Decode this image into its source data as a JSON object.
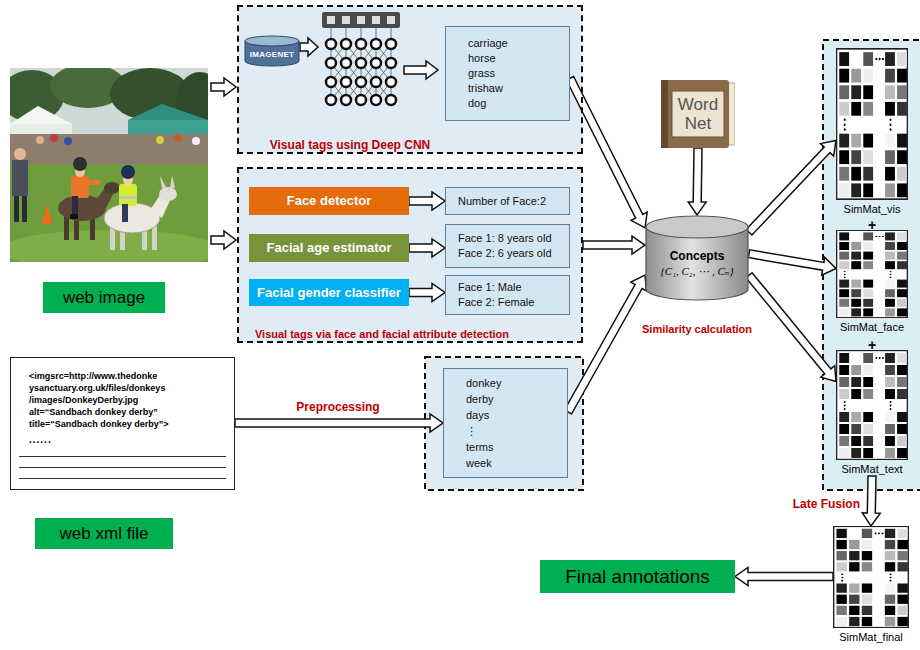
{
  "diagram": {
    "nodes": [
      {
        "text": [
          "Visual tags using Deep CNN"
        ]
      },
      {
        "text": [
          "IMAGENET"
        ],
        "in": 0
      },
      {
        "text": [
          "carriage",
          "horse",
          "grass",
          "trishaw",
          "dog"
        ],
        "in": 0
      },
      {
        "text": [
          "web image"
        ]
      },
      {
        "text": [
          "Visual tags via face and facial attribute detection"
        ]
      },
      {
        "text": [
          "Face detector"
        ],
        "in": 4
      },
      {
        "text": [
          "Number of Face:2"
        ],
        "in": 4
      },
      {
        "text": [
          "Facial age estimator"
        ],
        "in": 4
      },
      {
        "text": [
          "Face 1: 8 years old",
          "Face 2: 6 years old"
        ],
        "in": 4
      },
      {
        "text": [
          "Facial gender classifier"
        ],
        "in": 4
      },
      {
        "text": [
          "Face 1: Male",
          "Face 2: Female"
        ],
        "in": 4
      },
      {
        "text": [
          "Word Net"
        ]
      },
      {
        "text": [
          "Concepts",
          "{C₁, C₂, ⋯ , Cₙ}"
        ]
      },
      {
        "text": [
          "<imgsrc=http://www.thedonke ysanctuary.org.uk/files/donkeys /images/DonkeyDerby.jpg alt=“Sandbach donkey derby” title=“Sandbach donkey derby”>",
          "......"
        ]
      },
      {
        "text": [
          "web xml file"
        ]
      },
      {
        "text": [
          "donkey",
          "derby",
          "days",
          "⋮",
          "terms",
          "week"
        ]
      },
      {
        "text": [
          "SimMat_vis"
        ]
      },
      {
        "text": [
          "SimMat_face"
        ]
      },
      {
        "text": [
          "SimMat_text"
        ]
      },
      {
        "text": [
          "SimMat_final"
        ]
      },
      {
        "text": [
          "Final annotations"
        ]
      }
    ],
    "edges": [
      {
        "from": 2,
        "to": 12,
        "arrow": "to"
      },
      {
        "from": 4,
        "to": 12,
        "arrow": "to"
      },
      {
        "from": 15,
        "to": 12,
        "arrow": "to"
      },
      {
        "from": 11,
        "to": 12,
        "arrow": "to"
      },
      {
        "from": 12,
        "to": 16,
        "arrow": "to"
      },
      {
        "from": 12,
        "to": 17,
        "arrow": "to"
      },
      {
        "from": 12,
        "to": 18,
        "arrow": "to"
      },
      {
        "from": 18,
        "to": 19,
        "label": "Late Fusion",
        "arrow": "to"
      },
      {
        "from": 19,
        "to": 20,
        "arrow": "to"
      },
      {
        "from": 13,
        "to": 15,
        "label": "Preprocessing",
        "arrow": "to"
      },
      {
        "from": 5,
        "to": 6,
        "arrow": "to"
      },
      {
        "from": 7,
        "to": 8,
        "arrow": "to"
      },
      {
        "from": 9,
        "to": 10,
        "arrow": "to"
      }
    ],
    "labels": [
      "Similarity calculation",
      "+",
      "+"
    ]
  }
}
